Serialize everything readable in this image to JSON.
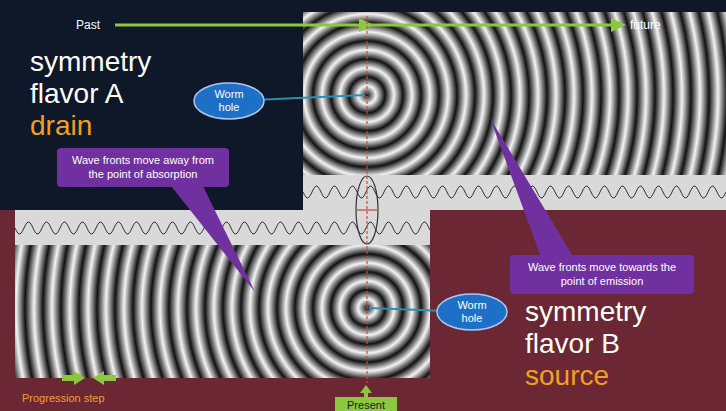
{
  "diagram": {
    "nodes": [
      {
        "text": [
          "Worm hole"
        ]
      },
      {
        "text": [
          "Wave fronts move away from the point of absorption"
        ]
      },
      {
        "text": [
          "Wave fronts move towards the point of emission"
        ]
      },
      {
        "text": [
          "Worm hole"
        ]
      },
      {
        "text": [
          "Present"
        ]
      }
    ],
    "labels": [
      "Past",
      "future",
      "symmetry flavor A",
      "drain",
      "symmetry flavor B",
      "source",
      "Progression step"
    ]
  }
}
